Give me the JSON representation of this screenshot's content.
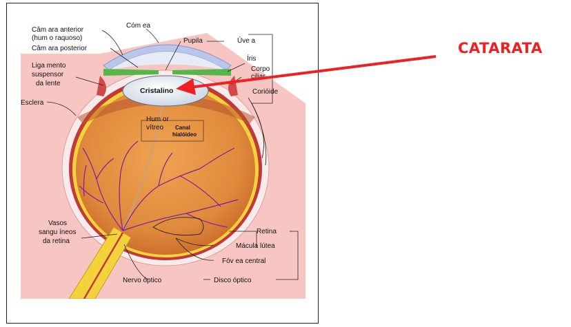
{
  "callout": {
    "text": "CATARATA",
    "color": "#ef1f22"
  },
  "labels": {
    "camara_anterior_1": "Câm ara anterior",
    "camara_anterior_2": "(hum o raquoso)",
    "camara_posterior": "Câm ara posterior",
    "cornea": "Cóm ea",
    "pupila": "Pupila",
    "uvea": "Úve a",
    "iris": "Íris",
    "corpo_ciliar_1": "Corpo",
    "corpo_ciliar_2": "ciliar",
    "ligamento_1": "Liga mento",
    "ligamento_2": "suspensor",
    "ligamento_3": "da lente",
    "cristalino": "Cristalino",
    "coroide": "Corióide",
    "esclera": "Esclera",
    "humor_vitreo_1": "Hum or",
    "humor_vitreo_2": "vítreo",
    "canal_1": "Canal",
    "canal_2": "hialóideo",
    "vasos_1": "Vasos",
    "vasos_2": "sangu íneos",
    "vasos_3": "da retina",
    "retina": "Retina",
    "macula": "Mácula lútea",
    "fovea": "Fóv ea central",
    "nervo": "Nervo óptico",
    "disco": "Disco óptico"
  },
  "colors": {
    "background_pink": "#f7c6c3",
    "eyeball": "#e0883c",
    "sclera": "#fbeaea",
    "choroid": "#c0393b",
    "retina": "#f3d23c",
    "vessels": "#7a1fa0",
    "lens": "#d9e3ef",
    "cornea": "#b9c6ea",
    "iris": "#56b64a",
    "arrow": "#ef1f22"
  }
}
